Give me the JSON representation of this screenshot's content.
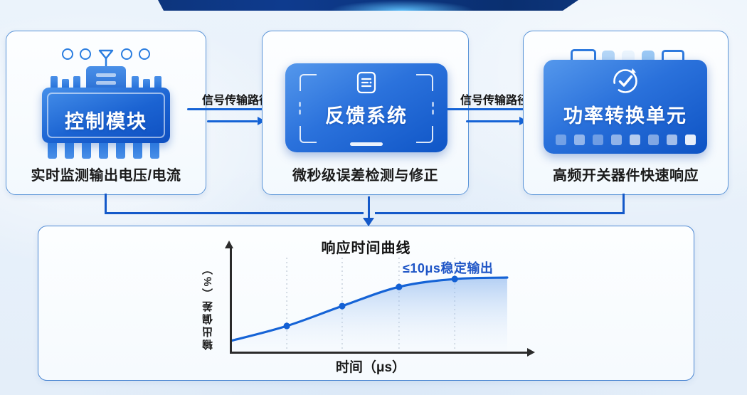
{
  "colors": {
    "accent_blue": "#1563d6",
    "banner_navy": "#0b2d67",
    "annotation_blue": "#1e55c6",
    "card_border": "#4b86d2"
  },
  "flow": {
    "nodes": [
      {
        "title": "控制模块",
        "caption": "实时监测输出电压/电流",
        "icon": "chip-icon"
      },
      {
        "title": "反馈系统",
        "caption": "微秒级误差检测与修正",
        "icon": "document-icon"
      },
      {
        "title": "功率转换单元",
        "caption": "高频开关器件快速响应",
        "icon": "check-cycle-icon"
      }
    ],
    "connectors": [
      {
        "label": "信号传输路径"
      },
      {
        "label": "信号传输路径"
      }
    ]
  },
  "chart_data": {
    "type": "area",
    "title": "响应时间曲线",
    "xlabel": "时间（μs）",
    "ylabel": "输出偏差（%）",
    "annotation": "≤10μs稳定输出",
    "x_ticks": [],
    "y_ticks": [],
    "points": [
      [
        0,
        0.11
      ],
      [
        0.192,
        0.255
      ],
      [
        0.381,
        0.448
      ],
      [
        0.575,
        0.634
      ],
      [
        0.765,
        0.71
      ],
      [
        0.944,
        0.724
      ]
    ],
    "marker_indices": [
      1,
      2,
      3,
      4
    ],
    "gridlines_at": [
      0.192,
      0.381,
      0.575,
      0.765
    ],
    "line_color": "#1563d6",
    "marker_color": "#1360d4",
    "fill_top": "rgba(122,170,235,0.55)",
    "fill_bottom": "rgba(235,244,252,0.06)",
    "grid_color": "#b9c4d1",
    "axis_color": "#2b2b2b",
    "legend": null
  }
}
